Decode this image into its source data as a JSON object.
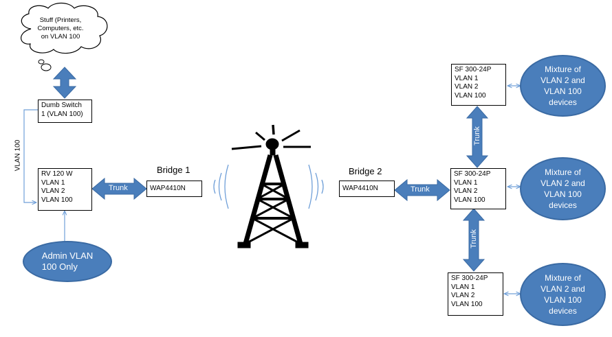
{
  "cloud": {
    "lines": [
      "Stuff (Printers,",
      "Computers, etc.",
      "on VLAN 100"
    ]
  },
  "dumb_switch": {
    "lines": [
      "Dumb Switch",
      "1 (VLAN 100)"
    ]
  },
  "vlan_side_label": "VLAN 100",
  "router": {
    "lines": [
      "RV 120 W",
      "VLAN 1",
      "VLAN 2",
      "VLAN 100"
    ]
  },
  "admin": {
    "lines": [
      "Admin VLAN",
      "100 Only"
    ]
  },
  "bridge1": {
    "label": "Bridge 1",
    "device": "WAP4410N"
  },
  "bridge2": {
    "label": "Bridge 2",
    "device": "WAP4410N"
  },
  "trunk_label": "Trunk",
  "switches": [
    {
      "lines": [
        "SF 300-24P",
        "VLAN 1",
        "VLAN 2",
        "VLAN 100"
      ]
    },
    {
      "lines": [
        "SF 300-24P",
        "VLAN 1",
        "VLAN 2",
        "VLAN 100"
      ]
    },
    {
      "lines": [
        "SF 300-24P",
        "VLAN 1",
        "VLAN 2",
        "VLAN 100"
      ]
    }
  ],
  "device_groups": [
    {
      "lines": [
        "Mixture of",
        "VLAN 2 and",
        "VLAN 100",
        "devices"
      ]
    },
    {
      "lines": [
        "Mixture of",
        "VLAN 2 and",
        "VLAN 100",
        "devices"
      ]
    },
    {
      "lines": [
        "Mixture of",
        "VLAN 2 and",
        "VLAN 100",
        "devices"
      ]
    }
  ],
  "colors": {
    "arrow_fill": "#4a7ebb",
    "arrow_stroke": "#3a6aa3",
    "connector": "#6f9fd8",
    "tower": "#000000"
  }
}
